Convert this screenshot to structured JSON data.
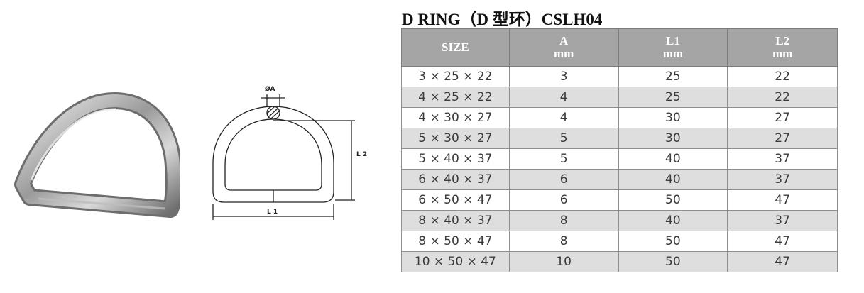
{
  "title": "D RING（D 型环）CSLH04",
  "drawing_labels": {
    "dia": "ØA",
    "l2": "L 2",
    "l1": "L 1"
  },
  "table": {
    "headers": [
      {
        "line1": "SIZE",
        "line2": ""
      },
      {
        "line1": "A",
        "line2": "mm"
      },
      {
        "line1": "L1",
        "line2": "mm"
      },
      {
        "line1": "L2",
        "line2": "mm"
      }
    ],
    "rows": [
      {
        "size": "3 × 25 × 22",
        "a": "3",
        "l1": "25",
        "l2": "22"
      },
      {
        "size": "4 × 25 × 22",
        "a": "4",
        "l1": "25",
        "l2": "22"
      },
      {
        "size": "4 × 30 × 27",
        "a": "4",
        "l1": "30",
        "l2": "27"
      },
      {
        "size": "5 × 30 × 27",
        "a": "5",
        "l1": "30",
        "l2": "27"
      },
      {
        "size": "5 × 40 × 37",
        "a": "5",
        "l1": "40",
        "l2": "37"
      },
      {
        "size": "6 × 40 × 37",
        "a": "6",
        "l1": "40",
        "l2": "37"
      },
      {
        "size": "6 × 50 × 47",
        "a": "6",
        "l1": "50",
        "l2": "47"
      },
      {
        "size": "8 × 40 × 37",
        "a": "8",
        "l1": "40",
        "l2": "37"
      },
      {
        "size": "8 × 50 × 47",
        "a": "8",
        "l1": "50",
        "l2": "47"
      },
      {
        "size": "10 × 50 × 47",
        "a": "10",
        "l1": "50",
        "l2": "47"
      }
    ]
  }
}
